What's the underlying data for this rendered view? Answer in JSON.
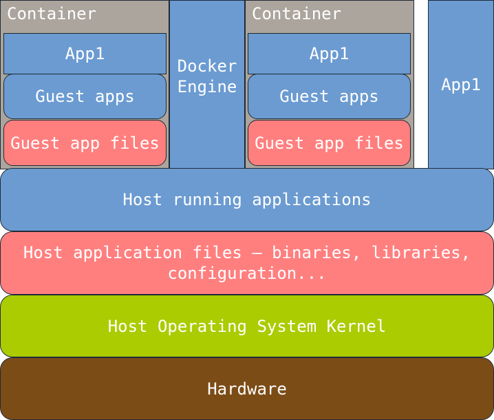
{
  "containers": [
    {
      "title": "Container",
      "app": "App1",
      "guest_apps": "Guest apps",
      "guest_app_files": "Guest app files"
    },
    {
      "title": "Container",
      "app": "App1",
      "guest_apps": "Guest apps",
      "guest_app_files": "Guest app files"
    }
  ],
  "docker_engine": "Docker\nEngine",
  "standalone_app": "App1",
  "layers": {
    "host_running_applications": "Host running applications",
    "host_application_files": "Host application files — binaries, libraries, configuration...",
    "host_os_kernel": "Host Operating System Kernel",
    "hardware": "Hardware"
  },
  "colors": {
    "app_blue": "#6b9bd1",
    "files_pink": "#ff7f7f",
    "kernel_green": "#aacc00",
    "hardware_brown": "#7c4c17",
    "container_gray": "#aba59d"
  }
}
